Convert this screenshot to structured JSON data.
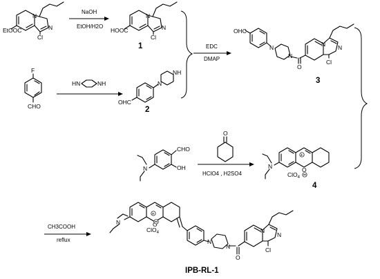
{
  "atoms": {
    "ester": "EtOOC",
    "cl": "Cl",
    "n": "N",
    "acid": "HOOC",
    "f": "F",
    "cho": "CHO",
    "ohc": "OHC",
    "hn": "HN",
    "nh": "NH",
    "o": "O",
    "oh": "OH",
    "clo4": "ClO",
    "clo4_sub": "4"
  },
  "reactions": {
    "step1": {
      "reagent_top": "NaOH",
      "reagent_bottom": "EtOH/H2O"
    },
    "coupling": {
      "reagent_top": "EDC",
      "reagent_bottom": "DMAP"
    },
    "condensation": {
      "reagent_bottom": "HClO4 , H2SO4"
    },
    "final": {
      "reagent_top": "CH3COOH",
      "reagent_bottom": "reflux"
    }
  },
  "compounds": {
    "c1": "1",
    "c2": "2",
    "c3": "3",
    "c4": "4",
    "product": "IPB-RL-1"
  }
}
